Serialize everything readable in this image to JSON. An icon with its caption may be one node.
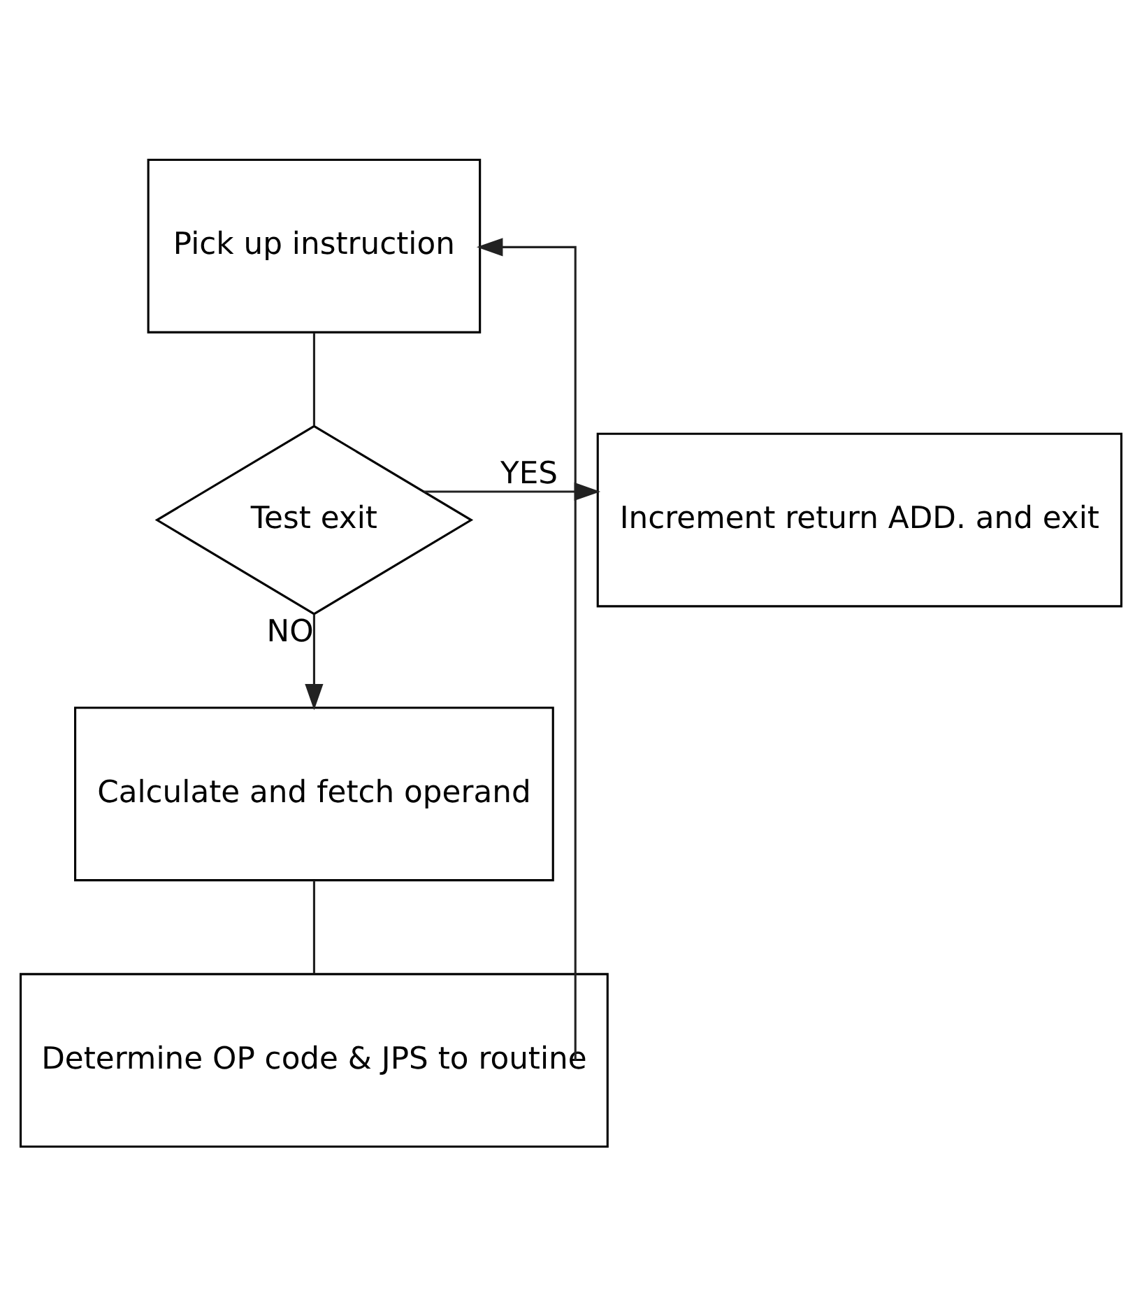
{
  "diagram": {
    "nodes": [
      {
        "text": [
          "Pick up instruction"
        ]
      },
      {
        "text": [
          "Test exit"
        ]
      },
      {
        "text": [
          "Increment return ADD. and exit"
        ]
      },
      {
        "text": [
          "Calculate and fetch operand"
        ]
      },
      {
        "text": [
          "Determine OP code & JPS to routine"
        ]
      }
    ],
    "edges": [
      {
        "from": 0,
        "to": 1,
        "arrow": "none"
      },
      {
        "from": 1,
        "to": 2,
        "label": "YES",
        "arrow": "to"
      },
      {
        "from": 1,
        "to": 3,
        "label": "NO",
        "arrow": "to"
      },
      {
        "from": 3,
        "to": 4,
        "arrow": "none"
      },
      {
        "from": 4,
        "to": 0,
        "arrow": "to"
      }
    ]
  }
}
